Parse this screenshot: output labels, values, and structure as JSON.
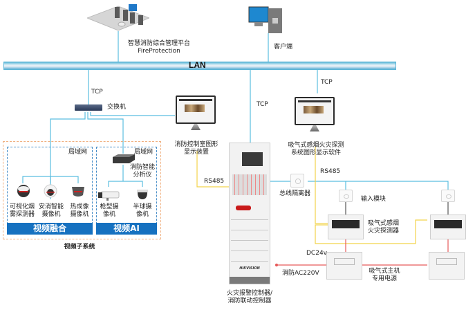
{
  "diagram": {
    "network": {
      "lan_label": "LAN",
      "protocols": {
        "tcp_switch": "TCP",
        "tcp_controller": "TCP",
        "tcp_aspirating": "TCP",
        "rs485_left": "RS485",
        "rs485_right": "RS485"
      }
    },
    "top": {
      "platform": {
        "line1": "智慧消防综合管理平台",
        "line2": "FireProtection"
      },
      "client": {
        "label": "客户端"
      }
    },
    "switch": {
      "label": "交换机"
    },
    "video_subsystem": {
      "title": "视频子系统",
      "fusion": {
        "lan_label": "局域网",
        "banner": "视频融合",
        "devices": [
          {
            "line1": "可视化烟",
            "line2": "雾探测器"
          },
          {
            "line1": "安消智能",
            "line2": "摄像机"
          },
          {
            "line1": "热成像",
            "line2": "摄像机"
          }
        ]
      },
      "ai": {
        "lan_label": "局域网",
        "analyzer": {
          "line1": "消防智能",
          "line2": "分析仪"
        },
        "banner": "视频AI",
        "devices": [
          {
            "line1": "枪型摄",
            "line2": "像机"
          },
          {
            "line1": "半球摄",
            "line2": "像机"
          }
        ]
      }
    },
    "control_room_display": {
      "line1": "消防控制室图形",
      "line2": "显示装置"
    },
    "aspirating_display": {
      "line1": "吸气式感烟火灾探测",
      "line2": "系统图形显示软件"
    },
    "controller": {
      "line1": "火灾报警控制器/",
      "line2": "消防联动控制器",
      "brand": "HIKVISION"
    },
    "bus_isolator": {
      "label": "总线隔离器"
    },
    "input_module": {
      "label": "输入模块"
    },
    "aspirating_detector": {
      "line1": "吸气式感烟",
      "line2": "火灾探测器"
    },
    "power": {
      "dc_label": "DC24v",
      "ac_label": "消防AC220V",
      "psu": {
        "line1": "吸气式主机",
        "line2": "专用电源"
      }
    },
    "colors": {
      "network_line": "#5bbde0",
      "rs485_line": "#f2d34a",
      "power_line": "#e65a5a",
      "banner": "#1671c0",
      "outer_zone_border": "#f0b080",
      "inner_zone_border": "#4a8fc8"
    }
  }
}
